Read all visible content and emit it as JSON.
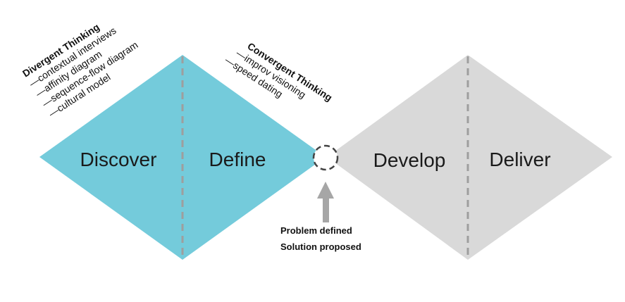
{
  "colors": {
    "problem_diamond": "#74CBDB",
    "solution_diamond": "#D9D9D9",
    "divider": "#9E9E9E",
    "checkpoint": "#444444",
    "arrow": "#A6A6A6",
    "text": "#111111"
  },
  "phases": {
    "discover": "Discover",
    "define": "Define",
    "develop": "Develop",
    "deliver": "Deliver"
  },
  "divergent": {
    "heading": "Divergent Thinking",
    "items": [
      "—contextual interviews",
      "—affinity diagram",
      "—sequence-flow diagram",
      "—cultural model"
    ]
  },
  "convergent": {
    "heading": "Convergent Thinking",
    "items": [
      "—improv visioning",
      "—speed dating"
    ]
  },
  "milestone": {
    "line1": "Problem defined",
    "line2": "Solution proposed"
  }
}
